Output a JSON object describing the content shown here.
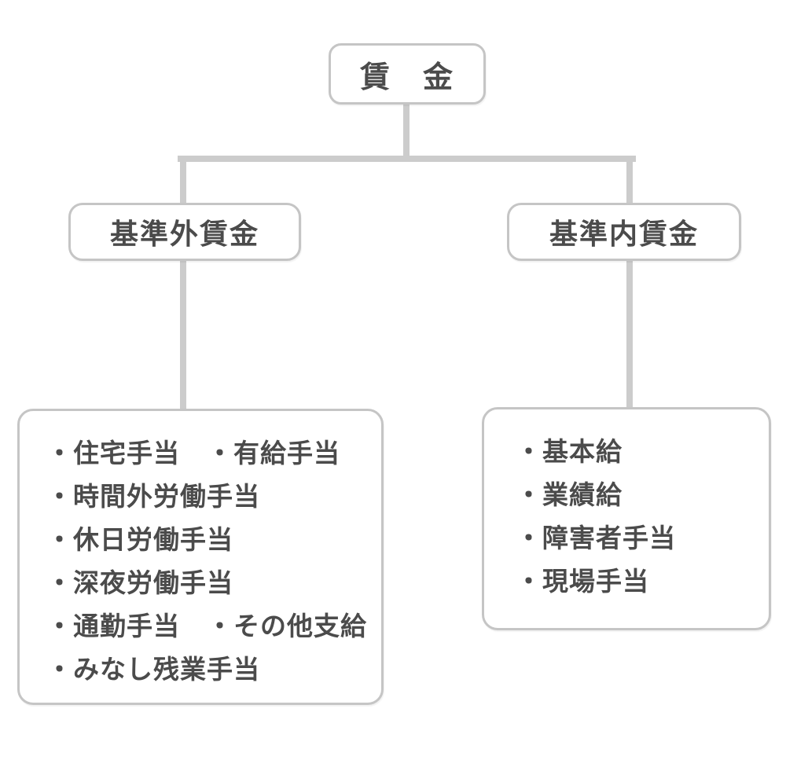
{
  "diagram": {
    "root": {
      "label": "賃　金"
    },
    "branches": [
      {
        "title": "基準外賃金",
        "items": [
          "・住宅手当　・有給手当",
          "・時間外労働手当",
          "・休日労働手当",
          "・深夜労働手当",
          "・通勤手当　・その他支給",
          "・みなし残業手当"
        ]
      },
      {
        "title": "基準内賃金",
        "items": [
          "・基本給",
          "・業績給",
          "・障害者手当",
          "・現場手当"
        ]
      }
    ],
    "colors": {
      "line": "#cccccc",
      "box_border": "#c5c5c5",
      "text": "#4b4b4b",
      "background": "#ffffff"
    }
  }
}
